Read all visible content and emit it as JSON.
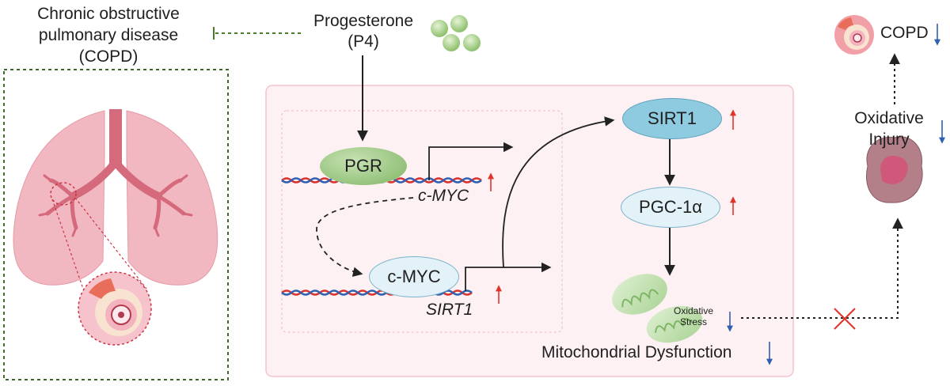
{
  "copd_title": {
    "line1": "Chronic obstructive",
    "line2": "pulmonary disease",
    "line3": "(COPD)"
  },
  "progesterone": {
    "line1": "Progesterone",
    "line2": "(P4)"
  },
  "nodes": {
    "pgr": "PGR",
    "cmyc": "c-MYC",
    "sirt1": "SIRT1",
    "pgc1a": "PGC-1α"
  },
  "genes": {
    "cmyc": "c-MYC",
    "sirt1": "SIRT1"
  },
  "oxidative_stress": {
    "line1": "Oxidative",
    "line2": "Stress"
  },
  "mito_dysfunction": "Mitochondrial Dysfunction",
  "oxidative_injury": {
    "line1": "Oxidative",
    "line2": "Injury"
  },
  "copd_outcome": "COPD",
  "colors": {
    "up_arrow": "#e0342b",
    "down_arrow": "#2f5fb0",
    "dash_green": "#4a7a2a",
    "panel_fill": "#fdf1f3",
    "panel_border": "#f2c4cc",
    "pgr_fill": "#8ec07a",
    "sirt1_fill": "#8fcbe0",
    "light_blue_fill": "#e3f2f8"
  }
}
